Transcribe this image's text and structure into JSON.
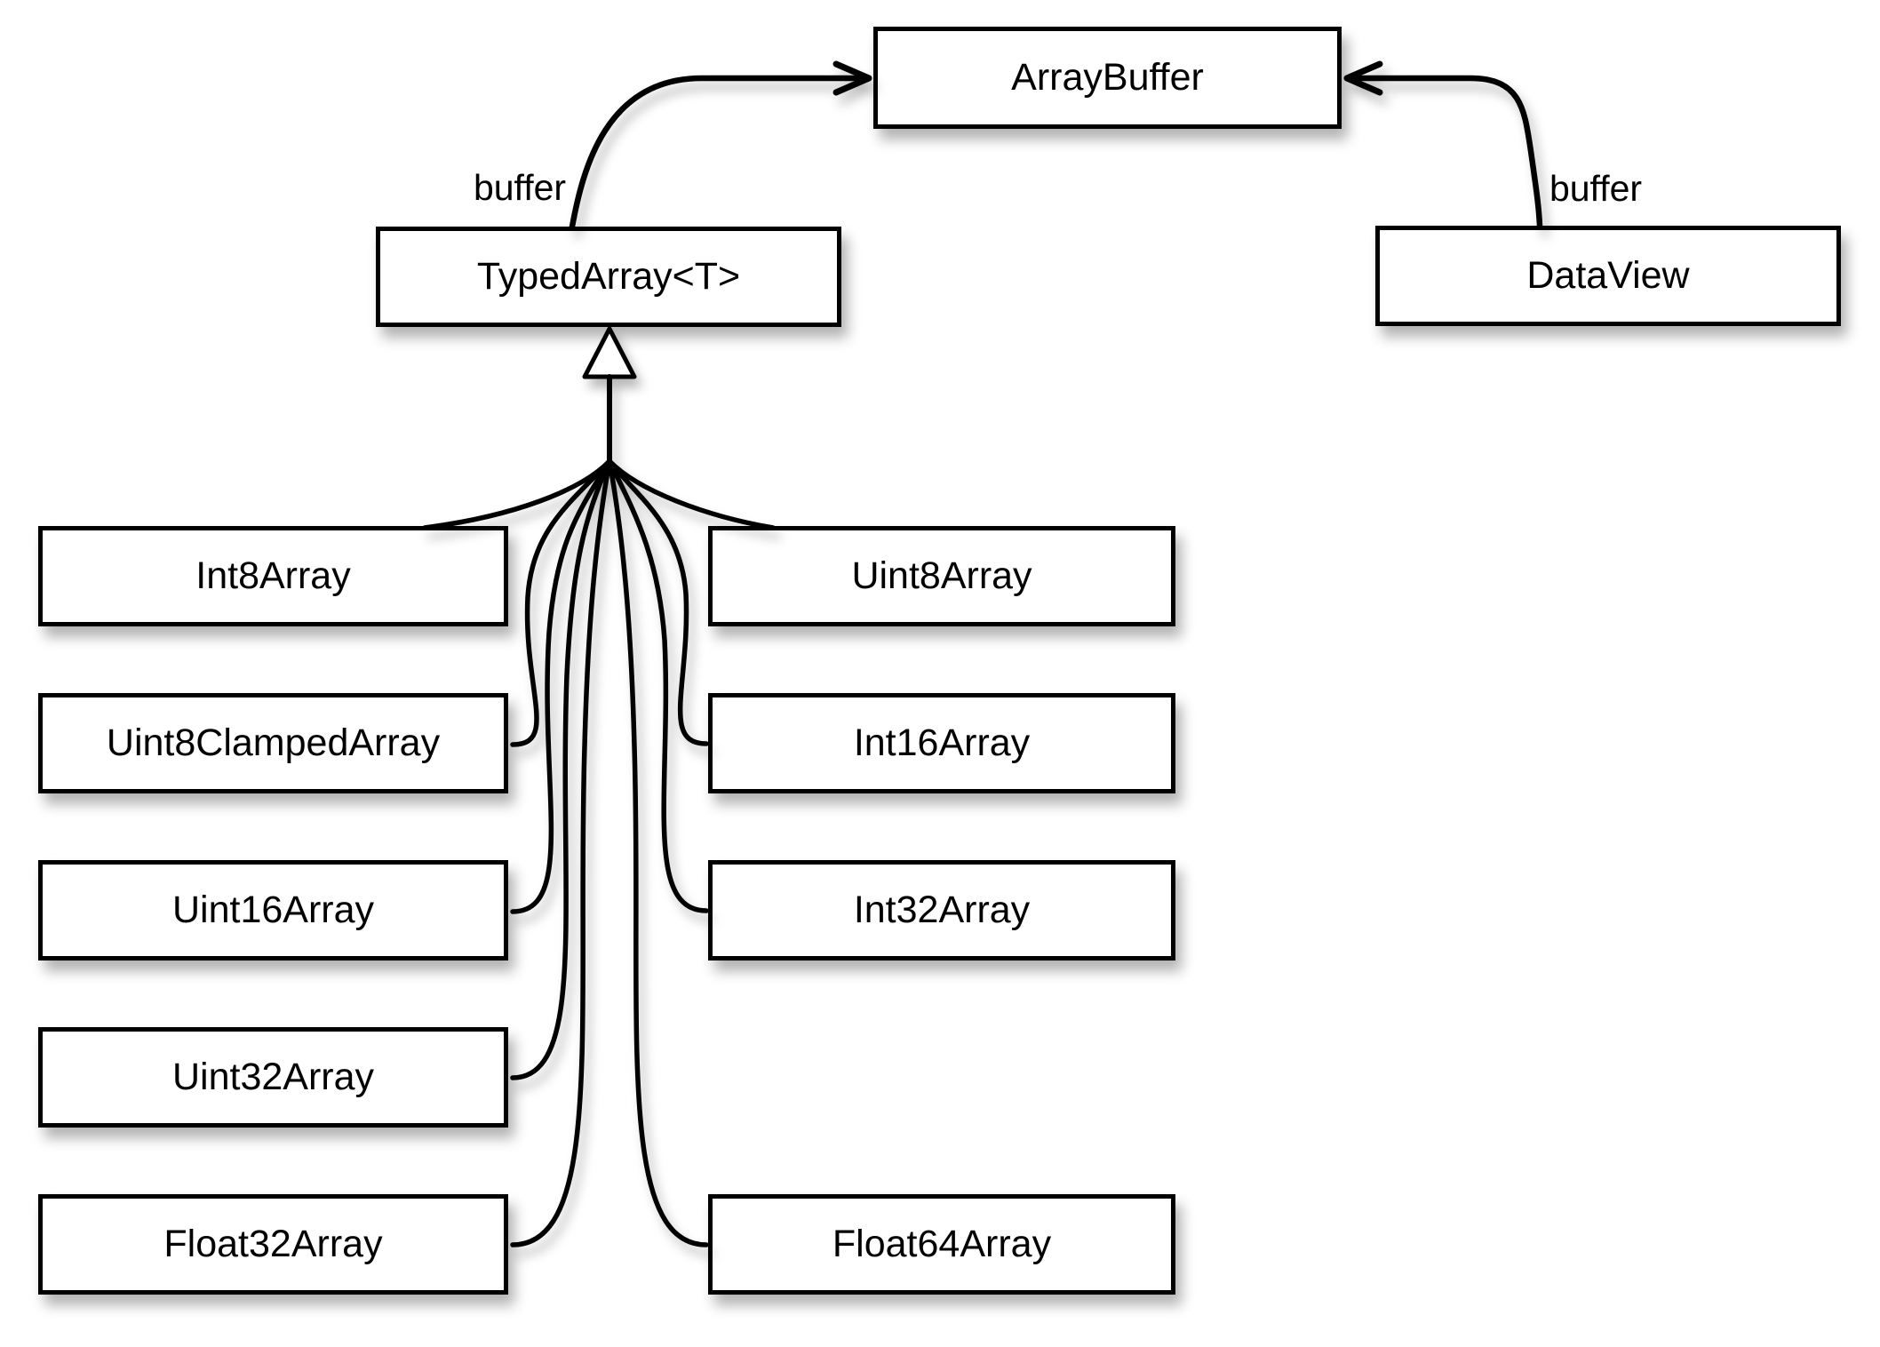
{
  "diagram": {
    "type": "class-hierarchy",
    "colors": {
      "stroke": "#000000",
      "node_fill": "#ffffff",
      "background": "#ffffff"
    },
    "nodes": {
      "arraybuffer": {
        "label": "ArrayBuffer"
      },
      "typedarray": {
        "label": "TypedArray<T>"
      },
      "dataview": {
        "label": "DataView"
      },
      "int8array": {
        "label": "Int8Array"
      },
      "uint8array": {
        "label": "Uint8Array"
      },
      "uint8clampedarray": {
        "label": "Uint8ClampedArray"
      },
      "int16array": {
        "label": "Int16Array"
      },
      "uint16array": {
        "label": "Uint16Array"
      },
      "int32array": {
        "label": "Int32Array"
      },
      "uint32array": {
        "label": "Uint32Array"
      },
      "float32array": {
        "label": "Float32Array"
      },
      "float64array": {
        "label": "Float64Array"
      }
    },
    "edge_labels": {
      "left_buffer": "buffer",
      "right_buffer": "buffer"
    },
    "relations": {
      "associations": [
        {
          "from": "TypedArray<T>",
          "to": "ArrayBuffer",
          "label": "buffer",
          "arrow": "open"
        },
        {
          "from": "DataView",
          "to": "ArrayBuffer",
          "label": "buffer",
          "arrow": "open"
        }
      ],
      "generalization": {
        "parent": "TypedArray<T>",
        "children": [
          "Int8Array",
          "Uint8Array",
          "Uint8ClampedArray",
          "Int16Array",
          "Uint16Array",
          "Int32Array",
          "Uint32Array",
          "Float32Array",
          "Float64Array"
        ]
      }
    }
  }
}
